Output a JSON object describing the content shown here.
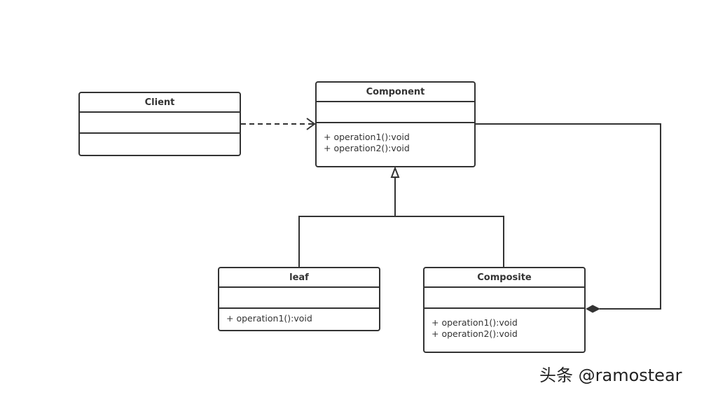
{
  "diagram": {
    "classes": {
      "client": {
        "name": "Client",
        "operations": []
      },
      "component": {
        "name": "Component",
        "operations": [
          "+ operation1():void",
          "+ operation2():void"
        ]
      },
      "leaf": {
        "name": "leaf",
        "operations": [
          "+ operation1():void"
        ]
      },
      "composite": {
        "name": "Composite",
        "operations": [
          "+ operation1():void",
          "+ operation2():void"
        ]
      }
    },
    "relationships": [
      {
        "type": "dependency",
        "from": "Client",
        "to": "Component"
      },
      {
        "type": "generalization",
        "from": "leaf",
        "to": "Component"
      },
      {
        "type": "generalization",
        "from": "Composite",
        "to": "Component"
      },
      {
        "type": "composition",
        "from": "Composite",
        "to": "Component"
      }
    ]
  },
  "watermark": "头条 @ramostear",
  "colors": {
    "line": "#333333",
    "background": "#ffffff"
  }
}
